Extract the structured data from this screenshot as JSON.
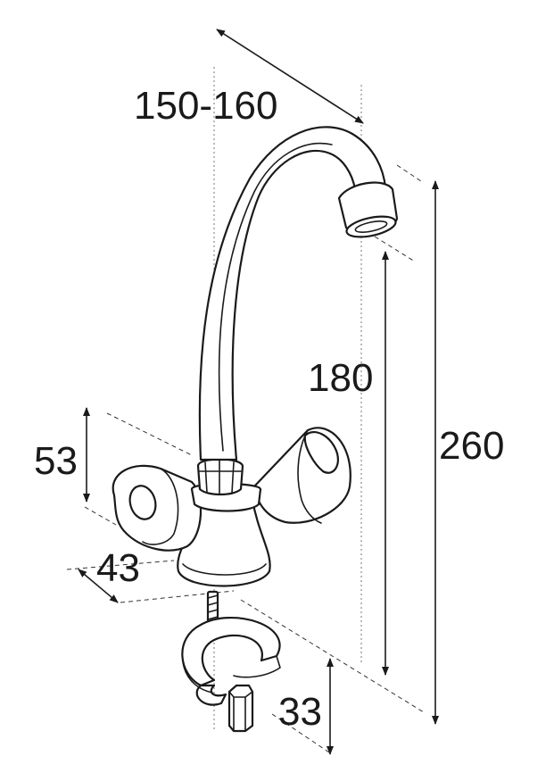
{
  "dimensions": {
    "spout_reach": "150-160",
    "spout_height": "180",
    "total_height": "260",
    "handle_height": "53",
    "base_diameter": "43",
    "mount_thickness": "33"
  },
  "colors": {
    "line": "#1a1a1a",
    "background": "#ffffff"
  },
  "icons": {
    "arrow": "dimension-arrowhead",
    "product": "single-hole-mixer-tap"
  }
}
